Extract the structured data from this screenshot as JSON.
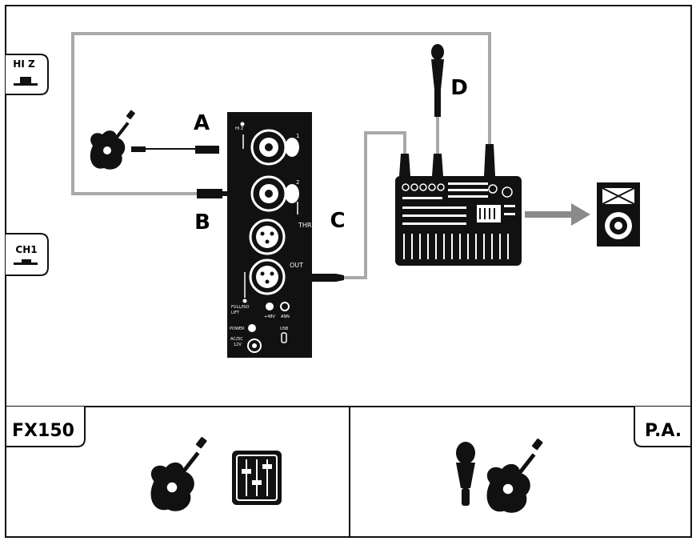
{
  "diagram": {
    "labels": {
      "a": "A",
      "b": "B",
      "c": "C",
      "d": "D"
    },
    "side_tabs": {
      "hiz": "HI Z",
      "ch1": "CH1"
    },
    "device": {
      "in1": "1",
      "in2": "2",
      "hiz_small": "HI Z",
      "thru": "THRU",
      "out": "OUT",
      "ground_line1": "FULL/ISO",
      "ground_line2": "LIFT",
      "phantom": "+48V",
      "ann": "ANN",
      "power": "POWER",
      "usb": "USB",
      "dc_line1": "AC/DC",
      "dc_line2": "12V"
    }
  },
  "bottom": {
    "left_tab": "FX150",
    "right_tab": "P.A."
  },
  "icons": {
    "guitar": "acoustic-guitar-icon",
    "mixer": "mixer-faders-icon",
    "microphone": "microphone-icon",
    "speaker": "speaker-icon",
    "arrow": "arrow-right-icon"
  },
  "colors": {
    "ink": "#111111",
    "cable": "#a8a8a8",
    "arrow": "#8a8a8a"
  }
}
